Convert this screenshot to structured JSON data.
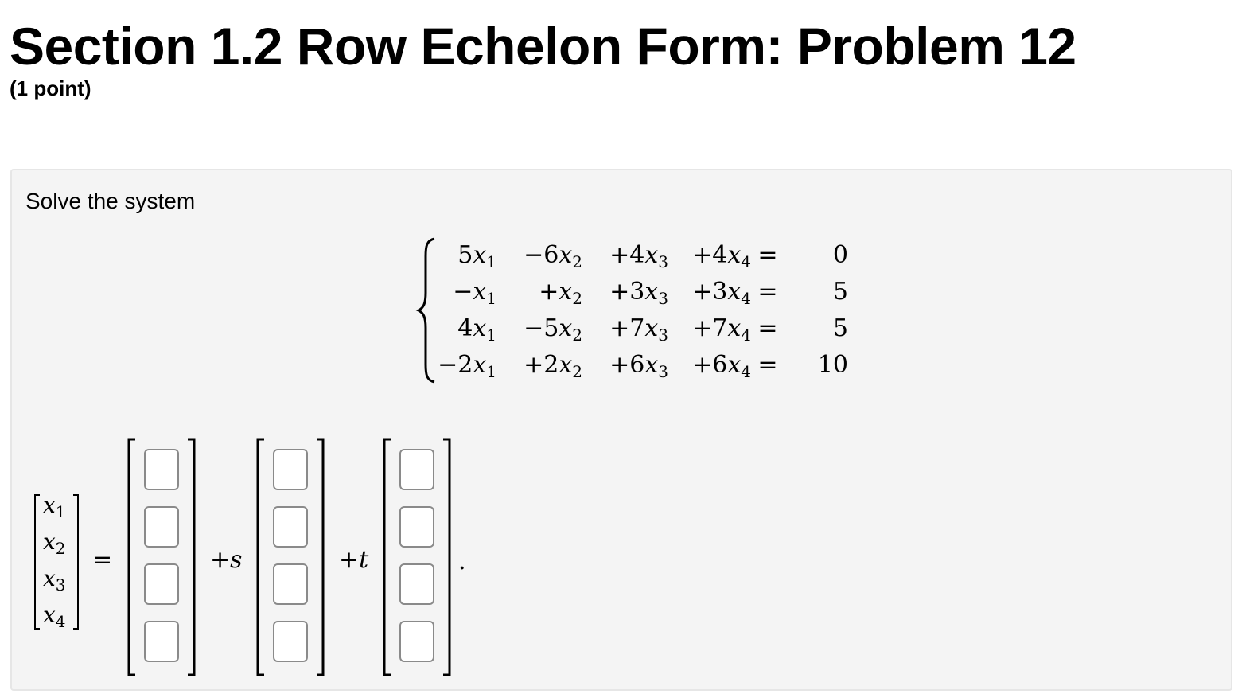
{
  "header": {
    "title": "Section 1.2 Row Echelon Form: Problem 12",
    "points": "(1 point)"
  },
  "problem": {
    "prompt": "Solve the system",
    "equations": [
      [
        {
          "coef": "5",
          "var": "x",
          "sub": "1"
        },
        {
          "coef": "−6",
          "var": "x",
          "sub": "2"
        },
        {
          "coef": "+4",
          "var": "x",
          "sub": "3"
        },
        {
          "coef": "+4",
          "var": "x",
          "sub": "4"
        },
        {
          "eq": "="
        },
        {
          "rhs": "0"
        }
      ],
      [
        {
          "coef": "−",
          "var": "x",
          "sub": "1"
        },
        {
          "coef": "+",
          "var": "x",
          "sub": "2"
        },
        {
          "coef": "+3",
          "var": "x",
          "sub": "3"
        },
        {
          "coef": "+3",
          "var": "x",
          "sub": "4"
        },
        {
          "eq": "="
        },
        {
          "rhs": "5"
        }
      ],
      [
        {
          "coef": "4",
          "var": "x",
          "sub": "1"
        },
        {
          "coef": "−5",
          "var": "x",
          "sub": "2"
        },
        {
          "coef": "+7",
          "var": "x",
          "sub": "3"
        },
        {
          "coef": "+7",
          "var": "x",
          "sub": "4"
        },
        {
          "eq": "="
        },
        {
          "rhs": "5"
        }
      ],
      [
        {
          "coef": "−2",
          "var": "x",
          "sub": "1"
        },
        {
          "coef": "+2",
          "var": "x",
          "sub": "2"
        },
        {
          "coef": "+6",
          "var": "x",
          "sub": "3"
        },
        {
          "coef": "+6",
          "var": "x",
          "sub": "4"
        },
        {
          "eq": "="
        },
        {
          "rhs": "10"
        }
      ]
    ]
  },
  "answer": {
    "unknowns": [
      {
        "var": "x",
        "sub": "1"
      },
      {
        "var": "x",
        "sub": "2"
      },
      {
        "var": "x",
        "sub": "3"
      },
      {
        "var": "x",
        "sub": "4"
      }
    ],
    "equals": "=",
    "plus_s": {
      "sign": "+",
      "param": "s"
    },
    "plus_t": {
      "sign": "+",
      "param": "t"
    },
    "period": ".",
    "vectors": [
      {
        "name": "particular",
        "entries": [
          "",
          "",
          "",
          ""
        ]
      },
      {
        "name": "s",
        "entries": [
          "",
          "",
          "",
          ""
        ]
      },
      {
        "name": "t",
        "entries": [
          "",
          "",
          "",
          ""
        ]
      }
    ]
  }
}
